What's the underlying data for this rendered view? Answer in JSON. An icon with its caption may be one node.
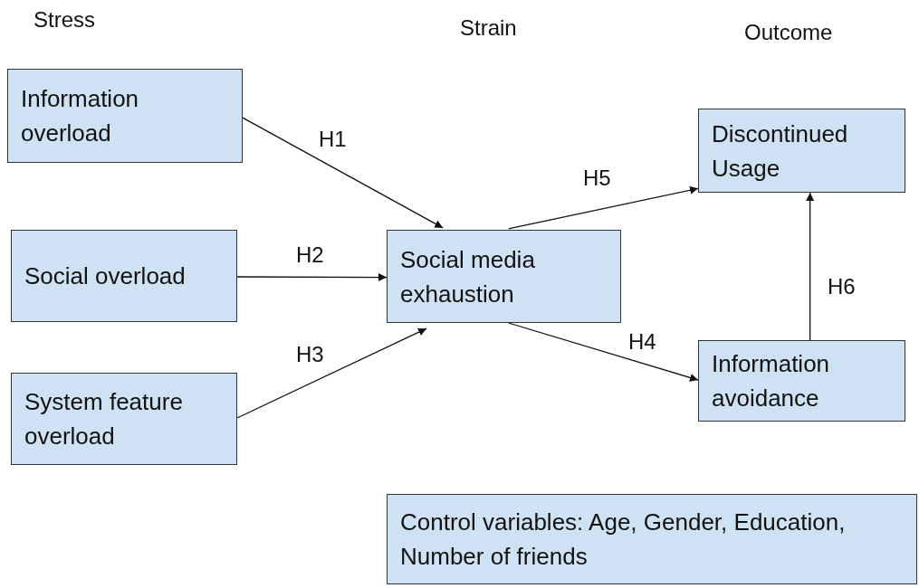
{
  "diagram": {
    "nodes": [
      {
        "text": [
          "Information overload"
        ]
      },
      {
        "text": [
          "Social overload"
        ]
      },
      {
        "text": [
          "System feature overload"
        ]
      },
      {
        "text": [
          "Social media exhaustion"
        ]
      },
      {
        "text": [
          "Discontinued Usage"
        ]
      },
      {
        "text": [
          "Information avoidance"
        ]
      },
      {
        "text": [
          "Control variables: Age, Gender, Education, Number of friends"
        ]
      }
    ],
    "edges": [
      {
        "from": 0,
        "to": 3,
        "arrow": "to",
        "label": "H1"
      },
      {
        "from": 1,
        "to": 3,
        "arrow": "to",
        "label": "H2"
      },
      {
        "from": 2,
        "to": 3,
        "arrow": "to",
        "label": "H3"
      },
      {
        "from": 3,
        "to": 5,
        "arrow": "to",
        "label": "H4"
      },
      {
        "from": 3,
        "to": 4,
        "arrow": "to",
        "label": "H5"
      },
      {
        "from": 5,
        "to": 4,
        "arrow": "to",
        "label": "H6"
      }
    ],
    "labels": [
      "Stress",
      "Strain",
      "Outcome"
    ]
  }
}
